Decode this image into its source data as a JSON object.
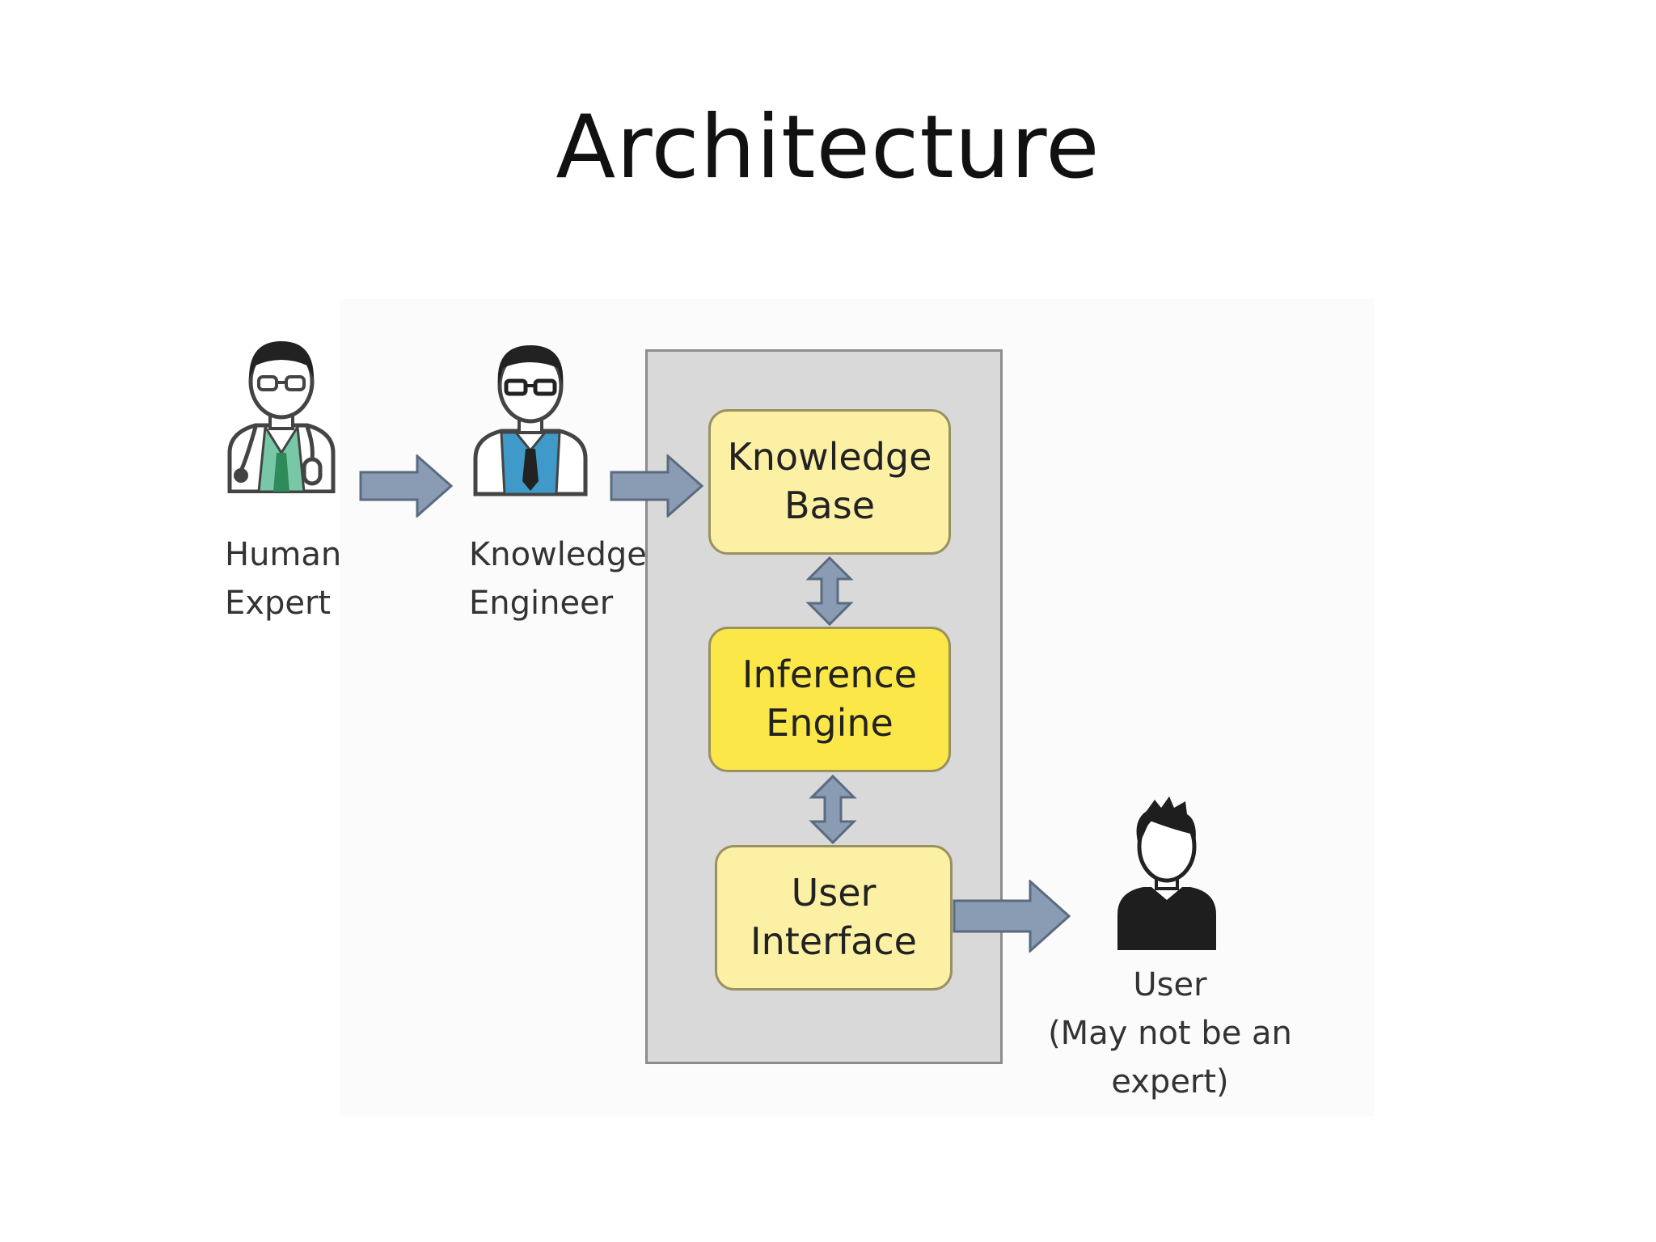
{
  "title": "Architecture",
  "actors": {
    "human_expert": [
      "Human",
      "Expert"
    ],
    "knowledge_engineer": [
      "Knowledge",
      "Engineer"
    ],
    "user": [
      "User",
      "(May not be an expert)"
    ]
  },
  "components": {
    "knowledge_base": [
      "Knowledge",
      "Base"
    ],
    "inference_engine": [
      "Inference",
      "Engine"
    ],
    "user_interface": [
      "User",
      "Interface"
    ]
  },
  "colors": {
    "panel": "#d9d9d9",
    "box_light": "#fbf0a4",
    "box_highlight": "#fbe848",
    "arrow": "#8a9cb4"
  }
}
